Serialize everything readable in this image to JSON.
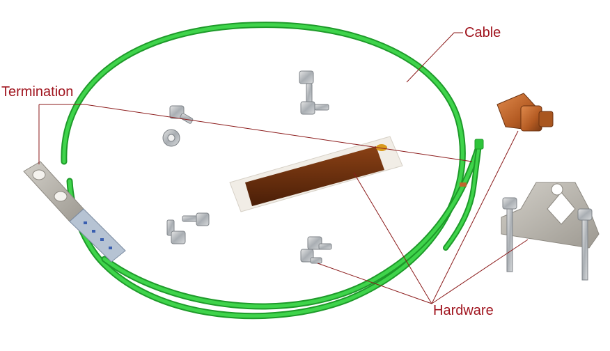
{
  "labels": {
    "cable": "Cable",
    "termination": "Termination",
    "hardware": "Hardware"
  },
  "colors": {
    "label_text": "#a0141e",
    "leader_line": "#8b1a1a",
    "cable_green": "#2ec43a",
    "copper": "#c0672f",
    "aluminum": "#b8b4ac",
    "grease": "#6b2e0c"
  }
}
